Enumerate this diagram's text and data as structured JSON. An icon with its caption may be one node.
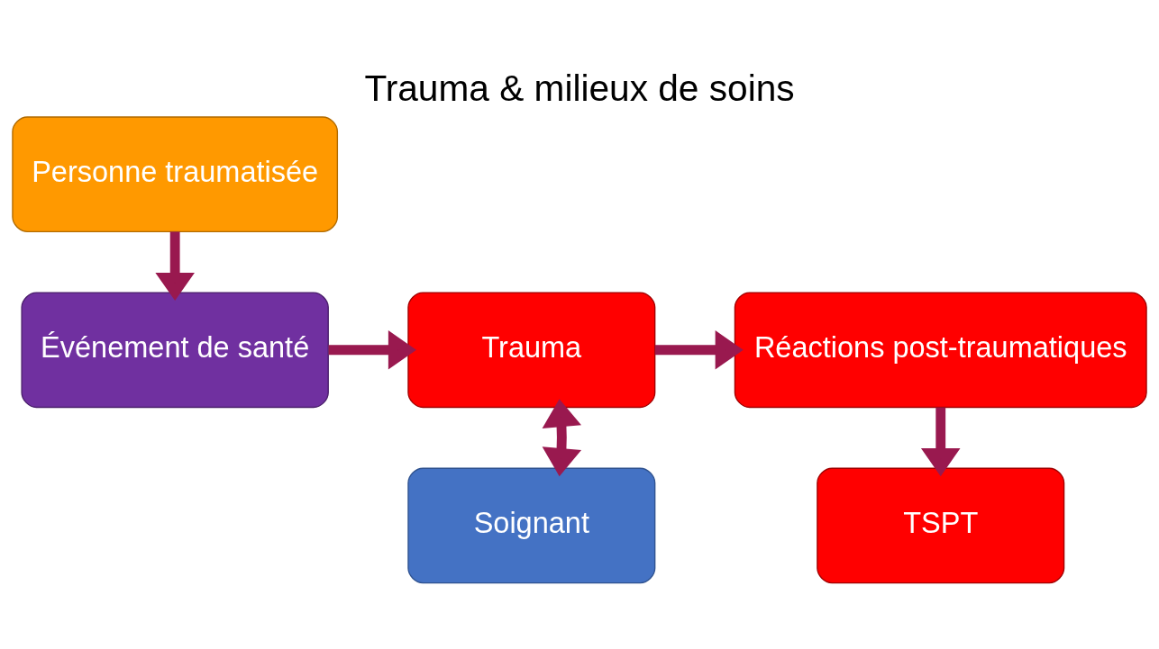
{
  "diagram": {
    "title": "Trauma & milieux de soins",
    "nodes": [
      {
        "text": [
          "Personne traumatisée"
        ]
      },
      {
        "text": [
          "Événement de santé"
        ]
      },
      {
        "text": [
          "Trauma"
        ]
      },
      {
        "text": [
          "Réactions post-traumatiques"
        ]
      },
      {
        "text": [
          "Soignant"
        ]
      },
      {
        "text": [
          "TSPT"
        ]
      }
    ],
    "edges": [
      {
        "from": 0,
        "to": 1,
        "arrow": "to"
      },
      {
        "from": 1,
        "to": 2,
        "arrow": "to"
      },
      {
        "from": 2,
        "to": 3,
        "arrow": "to"
      },
      {
        "from": 3,
        "to": 5,
        "arrow": "to"
      },
      {
        "from": 4,
        "to": 2,
        "arrow": "both"
      }
    ]
  }
}
